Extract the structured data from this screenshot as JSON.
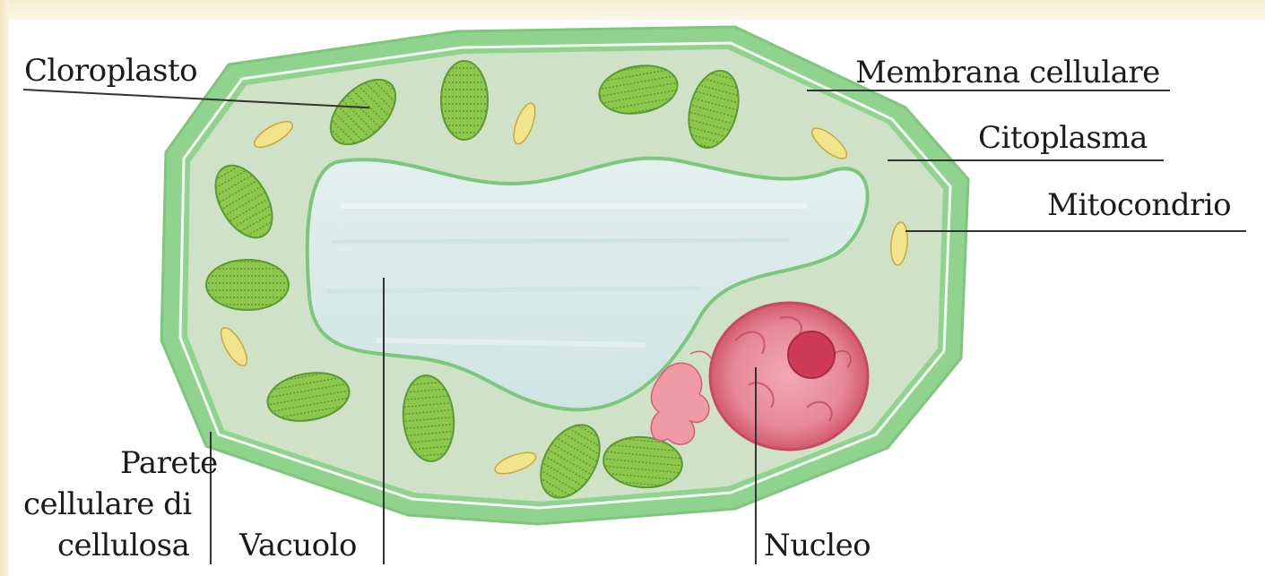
{
  "labels": {
    "chloroplast": "Cloroplasto",
    "cell_membrane": "Membrana cellulare",
    "cytoplasm": "Citoplasma",
    "mitochondrion": "Mitocondrio",
    "cell_wall_line1": "Parete",
    "cell_wall_line2": "cellulare di",
    "cell_wall_line3": "cellulosa",
    "vacuole": "Vacuolo",
    "nucleus": "Nucleo"
  },
  "colors": {
    "cell_wall": "#8fd38e",
    "cytoplasm": "#cfe1c6",
    "vacuole": "#d5e9e8",
    "chloroplast": "#8ec74c",
    "mitochondrion": "#f2e48c",
    "nucleus": "#d85a70",
    "golgi": "#e78898"
  }
}
